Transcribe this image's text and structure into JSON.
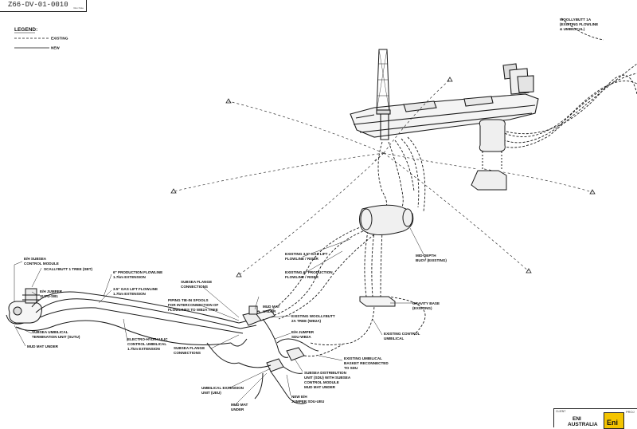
{
  "drawing_number": "Z66-DV-01-0010",
  "drawing_number_note": "Rev Note",
  "legend": {
    "title": "LEGEND:",
    "existing": "EXISTING",
    "new": "NEW"
  },
  "title_block": {
    "client_label": "CLIENT",
    "client_name": "ENI",
    "region": "AUSTRALIA",
    "logo_text": "Eni",
    "project_label": "PROJ"
  },
  "labels": {
    "woollybutt_1a": [
      "WOOLLYBUTT 1A",
      "(EXISTING FLOWLINE",
      "& UMBILICAL)"
    ],
    "ev_subsea_control_module": [
      "E/H SUBSEA",
      "CONTROL MODULE"
    ],
    "scallybutt_tree": [
      "SCALLYBUTT 1 TREE (SBT)"
    ],
    "ev_jumper_sutu": [
      "E/H JUMPER",
      "SUTU-SB1"
    ],
    "subsea_umbilical_termination": [
      "SUBSEA UMBILICAL",
      "TERMINATION UNIT (SUTU)"
    ],
    "mud_mat_under_left": [
      "MUD MAT UNDER"
    ],
    "production_flowline_ext": [
      "6\" PRODUCTION FLOWLINE",
      "1.7km EXTENSION"
    ],
    "gas_lift_flowline_ext": [
      "3.5\" GAS LIFT FLOWLINE",
      "1.7km EXTENSION"
    ],
    "electro_hydraulic_umbilical": [
      "ELECTRO-HYDRAULIC",
      "CONTROL UMBILICAL",
      "1.7km EXTENSION"
    ],
    "subsea_flange_connections_top": [
      "SUBSEA FLANGE",
      "CONNECTIONS"
    ],
    "piping_tie_in_spools": [
      "PIPING TIE-IN SPOOLS",
      "FOR INTERCONNECTION OF",
      "FLOWLINES TO WB2A TREE"
    ],
    "subsea_flange_connections_bottom": [
      "SUBSEA FLANGE",
      "CONNECTIONS"
    ],
    "mud_mat_under_center": [
      "MUD MAT",
      "UNDER"
    ],
    "existing_woollybutt_tree": [
      "EXISTING WOOLLYBUTT",
      "2A TREE (WB2A)"
    ],
    "ev_jumper_sdu": [
      "E/H JUMPER",
      "SDU-WB2A"
    ],
    "existing_gas_lift_riser": [
      "EXISTING 3.5\" GAS LIFT",
      "FLOWLINE / RISER"
    ],
    "existing_production_riser": [
      "EXISTING 6\" PRODUCTION",
      "FLOWLINE / RISER"
    ],
    "mid_depth_buoy": [
      "MID-DEPTH",
      "BUOY (EXISTING)"
    ],
    "gravity_base": [
      "GRAVITY BASE",
      "(EXISTING)"
    ],
    "existing_control_umbilical": [
      "EXISTING CONTROL",
      "UMBILICAL"
    ],
    "existing_umbilical_basket": [
      "EXISTING UMBILICAL",
      "BASKET RECONNECTED",
      "TO SDU"
    ],
    "subsea_distribution_unit": [
      "SUBSEA DISTRIBUTION",
      "UNIT (SDU) WITH SUBSEA",
      "CONTROL MODULE",
      "MUD MAT UNDER"
    ],
    "umbilical_extension_unit": [
      "UMBILICAL EXTENSION",
      "UNIT (UEU)"
    ],
    "mud_mat_under_bottom": [
      "MUD MAT",
      "UNDER"
    ],
    "new_ev_jumper": [
      "NEW E/H",
      "JUMPER SDU-UEU"
    ]
  },
  "colors": {
    "line": "#1a1a1a",
    "title_logo": "#f4c400"
  }
}
